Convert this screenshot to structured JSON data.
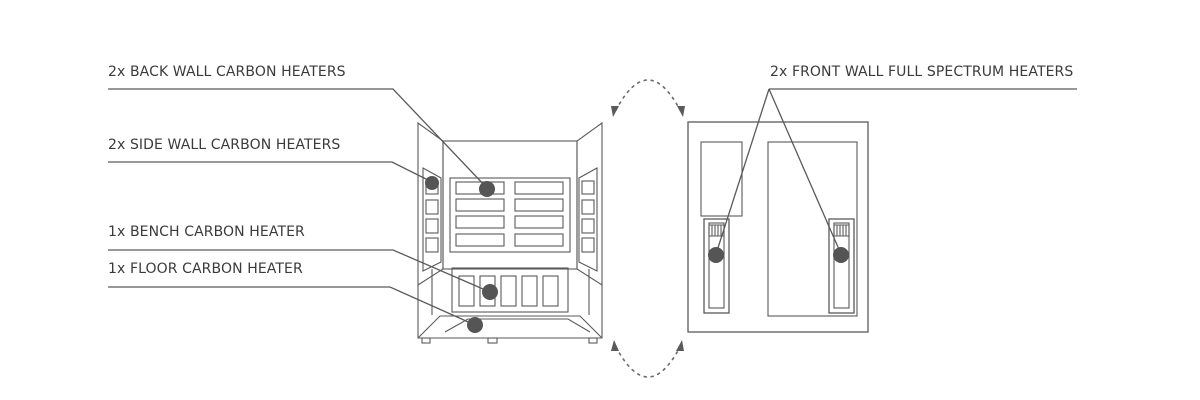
{
  "labels": {
    "back_wall": "2x BACK WALL CARBON HEATERS",
    "side_wall": "2x SIDE WALL CARBON HEATERS",
    "bench": "1x BENCH CARBON HEATER",
    "floor": "1x FLOOR CARBON HEATER",
    "front_wall": "2x FRONT WALL FULL SPECTRUM HEATERS"
  },
  "colors": {
    "line": "#5a5a5a",
    "marker": "#555555",
    "text": "#3b3b3b"
  }
}
